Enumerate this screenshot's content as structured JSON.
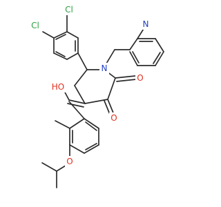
{
  "molecule": {
    "labels": {
      "cl_top": "Cl",
      "cl_left": "Cl",
      "n_pyridine": "N",
      "n_ring": "N",
      "o_right": "O",
      "o_bottom": "O",
      "ho": "HO",
      "o_ether": "O"
    },
    "colors": {
      "bond": "#2b2b2b",
      "chlorine": "#2ea043",
      "nitrogen": "#1f3fbf",
      "oxygen": "#e0301e"
    }
  }
}
